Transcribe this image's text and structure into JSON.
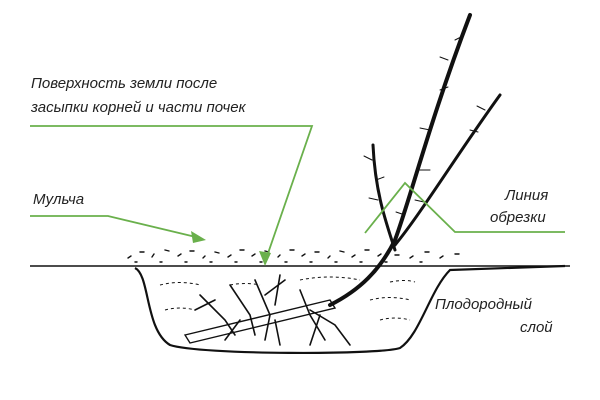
{
  "diagram": {
    "labels": {
      "surface_line1": "Поверхность земли после",
      "surface_line2": "засыпки корней и части почек",
      "mulch": "Мульча",
      "prune_line1": "Линия",
      "prune_line2": "обрезки",
      "fertile_line1": "Плодородный",
      "fertile_line2": "слой"
    },
    "colors": {
      "pointer": "#6ab04c",
      "ink": "#111111",
      "text": "#222222"
    }
  }
}
